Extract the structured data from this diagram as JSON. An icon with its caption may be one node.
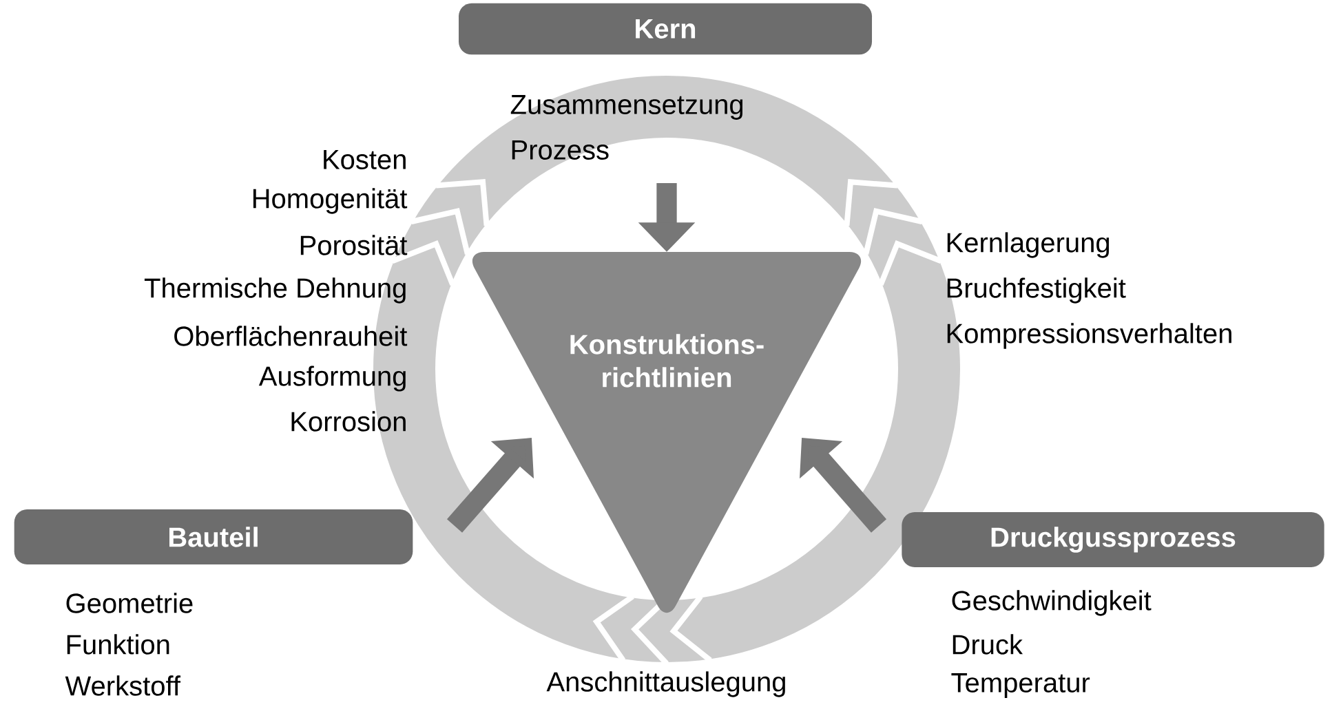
{
  "diagram": {
    "nodes": [
      {
        "text": [
          "Kern"
        ],
        "beside": [
          "Zusammensetzung",
          "Prozess"
        ]
      },
      {
        "text": [
          "Konstruktions-richtlinien"
        ]
      },
      {
        "text": [
          "Bauteil"
        ],
        "beside": [
          "Geometrie",
          "Funktion",
          "Werkstoff"
        ]
      },
      {
        "text": [
          "Druckgussprozess"
        ],
        "beside": [
          "Geschwindigkeit",
          "Druck",
          "Temperatur"
        ]
      }
    ],
    "edges": [
      {
        "from": 0,
        "to": 1,
        "arrow": "to"
      },
      {
        "from": 2,
        "to": 1,
        "arrow": "to"
      },
      {
        "from": 3,
        "to": 1,
        "arrow": "to"
      }
    ],
    "labels": [
      "Kosten",
      "Homogenität",
      "Porosität",
      "Thermische Dehnung",
      "Oberflächenrauheit",
      "Ausformung",
      "Korrosion",
      "Kernlagerung",
      "Bruchfestigkeit",
      "Kompressionsverhalten",
      "Anschnittauslegung"
    ]
  }
}
